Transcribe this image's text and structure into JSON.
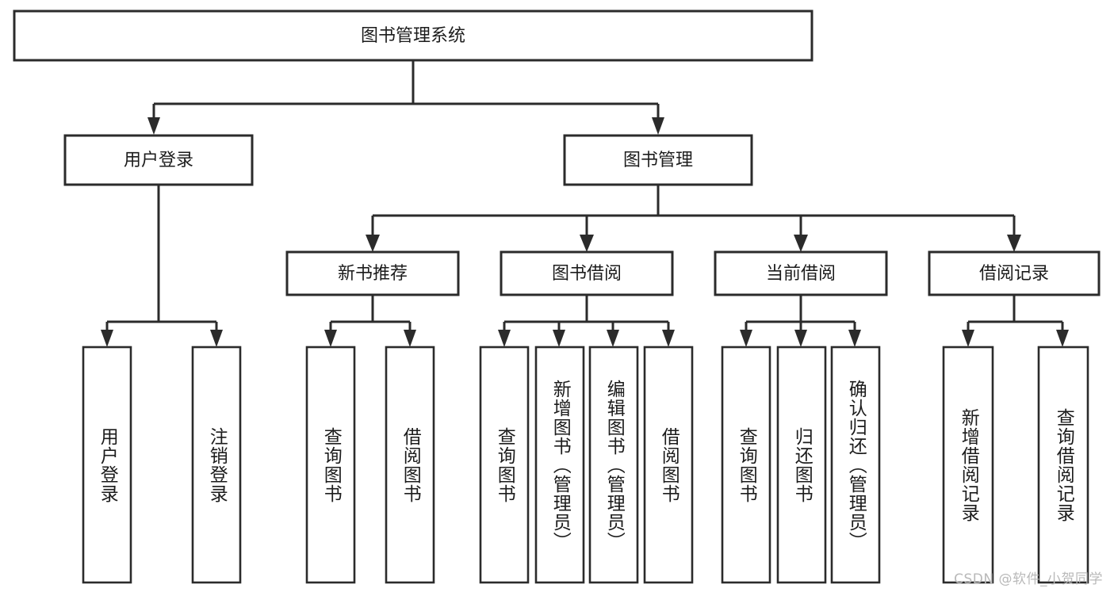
{
  "diagram": {
    "type": "tree-hierarchy",
    "title": "图书管理系统",
    "watermark": "CSDN @软件_小贺同学",
    "colors": {
      "stroke": "#2b2b2b",
      "fill": "#ffffff",
      "text": "#1c1c1c",
      "watermark": "#b9b9b9",
      "background": "#ffffff"
    },
    "levels": {
      "root": {
        "label": "图书管理系统"
      },
      "level2": [
        {
          "id": "user-login",
          "label": "用户登录"
        },
        {
          "id": "book-manage",
          "label": "图书管理"
        }
      ],
      "level3": [
        {
          "id": "new-book-rec",
          "label": "新书推荐",
          "parent": "book-manage"
        },
        {
          "id": "book-borrow",
          "label": "图书借阅",
          "parent": "book-manage"
        },
        {
          "id": "current-borrow",
          "label": "当前借阅",
          "parent": "book-manage"
        },
        {
          "id": "borrow-record",
          "label": "借阅记录",
          "parent": "book-manage"
        }
      ],
      "leaves": [
        {
          "id": "leaf-user-login",
          "label": "用户登录",
          "parent": "user-login"
        },
        {
          "id": "leaf-logout",
          "label": "注销登录",
          "parent": "user-login"
        },
        {
          "id": "leaf-query-book-1",
          "label": "查询图书",
          "parent": "new-book-rec"
        },
        {
          "id": "leaf-borrow-book-1",
          "label": "借阅图书",
          "parent": "new-book-rec"
        },
        {
          "id": "leaf-query-book-2",
          "label": "查询图书",
          "parent": "book-borrow"
        },
        {
          "id": "leaf-add-book",
          "label": "新增图书（管理员）",
          "parent": "book-borrow"
        },
        {
          "id": "leaf-edit-book",
          "label": "编辑图书（管理员）",
          "parent": "book-borrow"
        },
        {
          "id": "leaf-borrow-book-2",
          "label": "借阅图书",
          "parent": "book-borrow"
        },
        {
          "id": "leaf-query-book-3",
          "label": "查询图书",
          "parent": "current-borrow"
        },
        {
          "id": "leaf-return-book",
          "label": "归还图书",
          "parent": "current-borrow"
        },
        {
          "id": "leaf-confirm-return",
          "label": "确认归还（管理员）",
          "parent": "current-borrow"
        },
        {
          "id": "leaf-add-record",
          "label": "新增借阅记录",
          "parent": "borrow-record"
        },
        {
          "id": "leaf-query-record",
          "label": "查询借阅记录",
          "parent": "borrow-record"
        }
      ]
    }
  }
}
